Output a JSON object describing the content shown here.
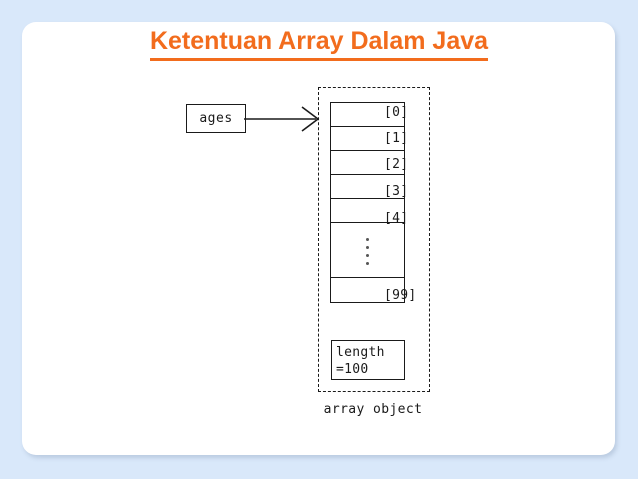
{
  "slide": {
    "background_color": "#d9e8fa",
    "card_color": "#ffffff",
    "title": "Ketentuan Array Dalam Java",
    "title_color": "#f26c1d"
  },
  "diagram": {
    "variable_box": {
      "label": "ages"
    },
    "arrow": {
      "name": "reference-arrow"
    },
    "array_object": {
      "caption": "array object",
      "cells": [
        {
          "index_label": "[0]",
          "value": ""
        },
        {
          "index_label": "[1]",
          "value": ""
        },
        {
          "index_label": "[2]",
          "value": ""
        },
        {
          "index_label": "[3]",
          "value": ""
        },
        {
          "index_label": "[4]",
          "value": ""
        },
        {
          "index_label": "",
          "value": ""
        },
        {
          "index_label": "[99]",
          "value": ""
        }
      ],
      "length_field": {
        "line1": "length",
        "line2": "=100"
      }
    }
  }
}
